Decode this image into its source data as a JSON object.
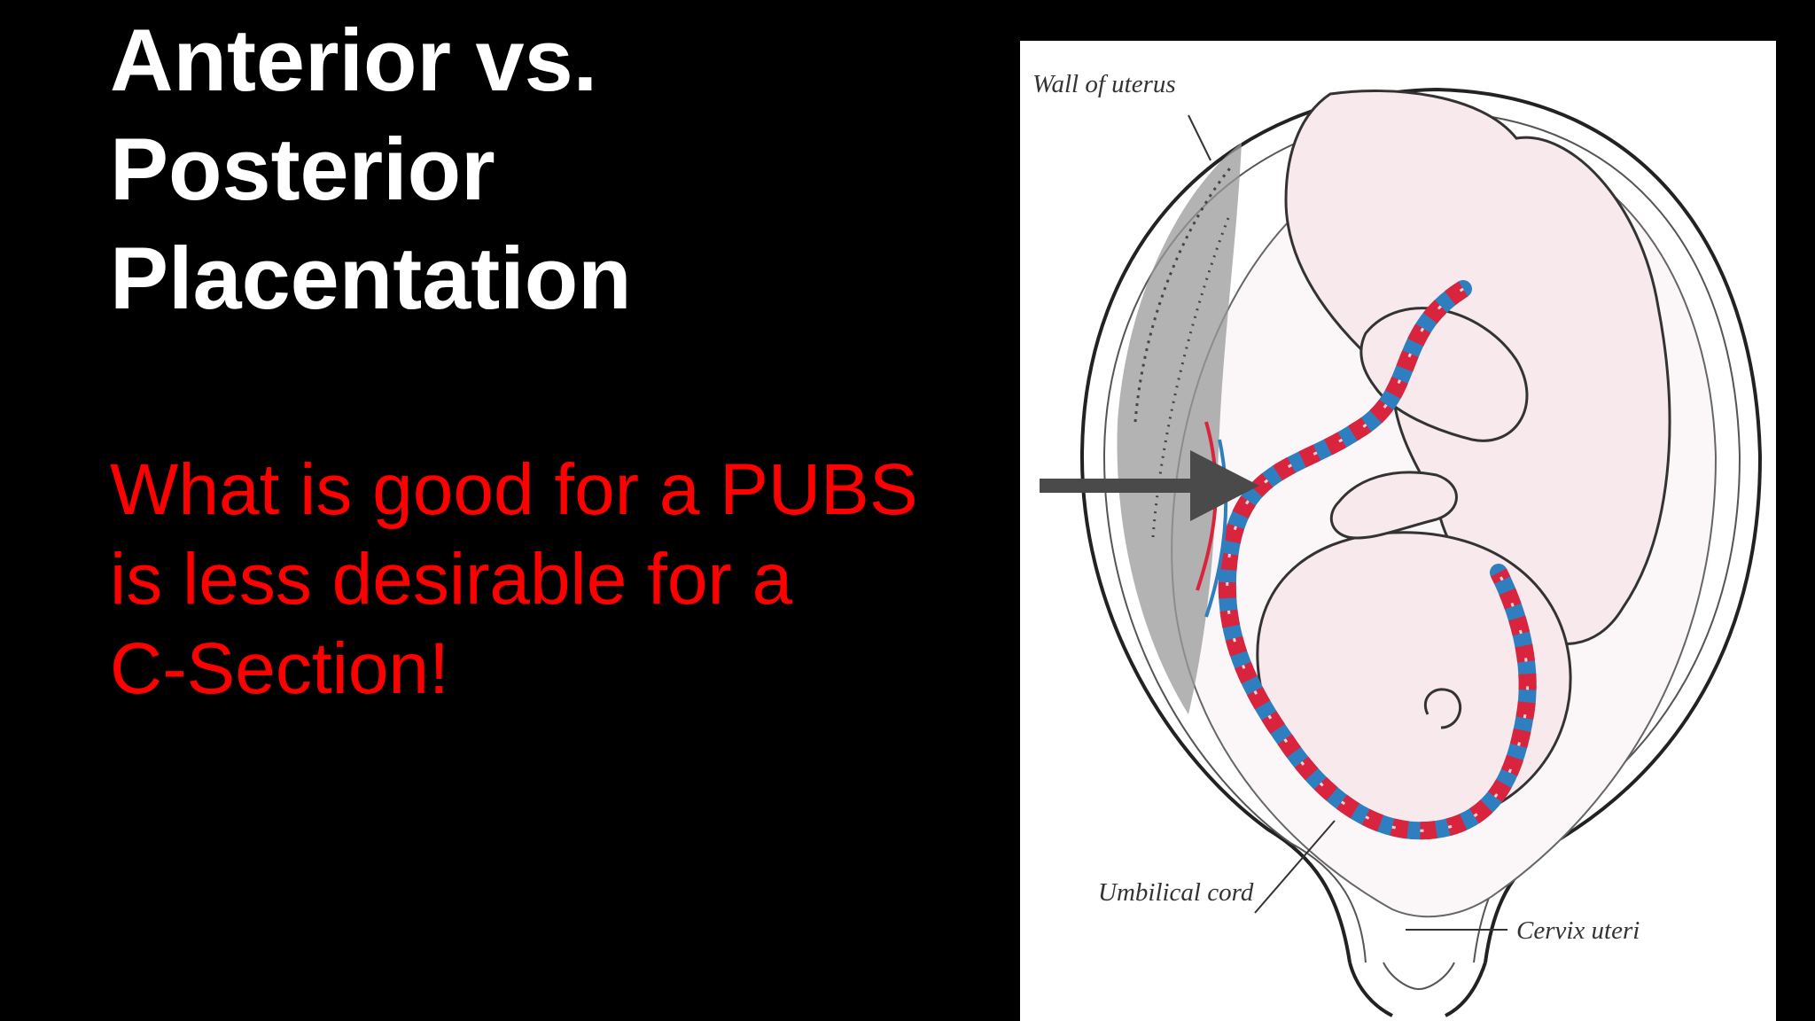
{
  "slide": {
    "title_lines": [
      "Anterior vs.",
      "Posterior",
      "Placentation"
    ],
    "body_lines": [
      "What is good for a PUBS",
      "is less desirable for a",
      "C-Section!"
    ],
    "colors": {
      "background": "#000000",
      "title": "#ffffff",
      "body": "#ff0000",
      "arrow": "#4a4a4a",
      "artery": "#d8243c",
      "vein": "#2f7fc0"
    }
  },
  "figure": {
    "labels": {
      "wall": "Wall of uterus",
      "cord": "Umbilical cord",
      "cervix": "Cervix uteri"
    }
  }
}
